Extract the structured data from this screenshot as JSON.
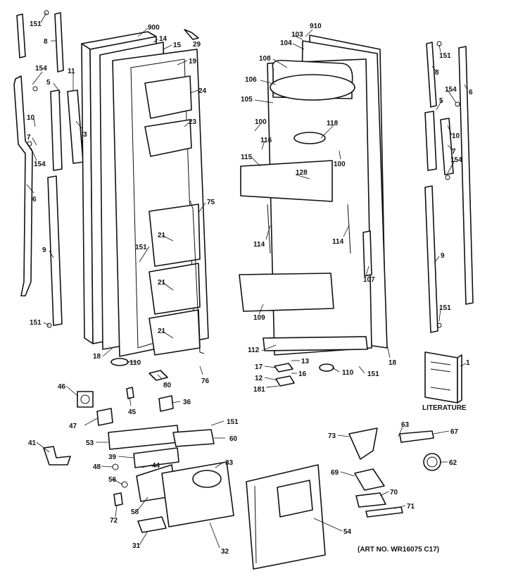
{
  "labels": {
    "l151a": "151",
    "l8a": "8",
    "l154a": "154",
    "l11": "11",
    "l5a": "5",
    "l10a": "10",
    "l3": "3",
    "l7a": "7",
    "l154b": "154",
    "l6a": "6",
    "l9a": "9",
    "l151b": "151",
    "l900": "900",
    "l14": "14",
    "l15": "15",
    "l29": "29",
    "l19": "19",
    "l24": "24",
    "l23": "23",
    "l75": "75",
    "l151c": "151",
    "l21a": "21",
    "l21b": "21",
    "l21c": "21",
    "l18a": "18",
    "l110a": "110",
    "l80": "80",
    "l76": "76",
    "l910": "910",
    "l103": "103",
    "l104": "104",
    "l108": "108",
    "l106": "106",
    "l105": "105",
    "l100a": "100",
    "l116": "116",
    "l118": "118",
    "l100b": "100",
    "l115": "115",
    "l128": "128",
    "l114a": "114",
    "l114b": "114",
    "l107": "107",
    "l109": "109",
    "l112": "112",
    "l18b": "18",
    "l17": "17",
    "l13": "13",
    "l12": "12",
    "l16": "16",
    "l181": "181",
    "l110b": "110",
    "l151d": "151",
    "l151e": "151",
    "l8b": "8",
    "l154c": "154",
    "l6b": "6",
    "l5b": "5",
    "l10b": "10",
    "l7b": "7",
    "l154d": "154",
    "l9b": "9",
    "l151f": "151",
    "l1": "1",
    "l46": "46",
    "l45": "45",
    "l36": "36",
    "l47": "47",
    "l151g": "151",
    "l41": "41",
    "l53": "53",
    "l60": "60",
    "l39": "39",
    "l44": "44",
    "l33": "33",
    "l48": "48",
    "l56": "56",
    "l58": "58",
    "l72": "72",
    "l31": "31",
    "l32": "32",
    "l54": "54",
    "l73": "73",
    "l63": "63",
    "l67": "67",
    "l62": "62",
    "l69": "69",
    "l70": "70",
    "l71": "71"
  },
  "literature_text": "LITERATURE",
  "art_number": "(ART NO. WR16075 C17)"
}
